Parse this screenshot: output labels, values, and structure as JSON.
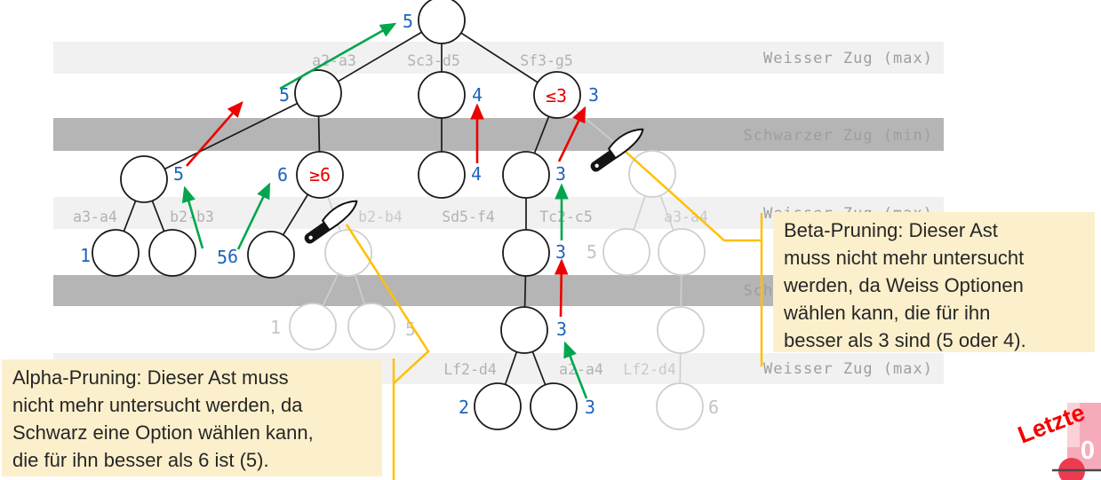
{
  "diagram": {
    "bands": {
      "row1_label": "Weisser Zug (max)",
      "row2_label": "Schwarzer Zug (min)",
      "row3_label": "Weisser Zug (max)",
      "row4_label": "Schwarzer Zug (min)",
      "row5_label": "Weisser Zug (max)"
    },
    "moves": {
      "a2_a3": "a2-a3",
      "sc3_d5": "Sc3-d5",
      "sf3_g5": "Sf3-g5",
      "a3_a4": "a3-a4",
      "b2_b3": "b2-b3",
      "b2_b4": "b2-b4",
      "sd5_f4": "Sd5-f4",
      "tc2_c5": "Tc2-c5",
      "a3_a4_pruned": "a3-a4",
      "lf2_d4": "Lf2-d4",
      "a2_a4": "a2-a4",
      "lf2_d4_pruned": "Lf2-d4"
    },
    "values": {
      "root": "5",
      "left_child": "5",
      "mid_child": "4",
      "right_child": "3",
      "right_child_bound": "≤3",
      "left_grandchild": "5",
      "left_grandchild2": "6",
      "left_grandchild2_bound": "≥6",
      "leaf_1": "1",
      "leaf_5": "5",
      "leaf_6": "6",
      "mid_grandchild": "4",
      "right_grandchild": "3",
      "right_greatgrandchild": "3",
      "right_greatgreatgrandchild": "3",
      "leaf_2": "2",
      "leaf_3": "3",
      "pruned_leaf_1": "1",
      "pruned_leaf_5_left": "5",
      "pruned_node_5": "5",
      "pruned_leaf_6": "6"
    },
    "callouts": {
      "alpha": {
        "lines": [
          "Alpha-Pruning: Dieser Ast muss",
          "nicht mehr untersucht werden, da",
          "Schwarz eine Option wählen kann,",
          "die für ihn besser als 6 ist (5)."
        ]
      },
      "beta": {
        "lines": [
          "Beta-Pruning: Dieser Ast",
          "muss nicht mehr untersucht",
          "werden, da Weiss Optionen",
          "wählen kann, die für ihn",
          "besser als 3 sind (5 oder 4)."
        ]
      }
    },
    "stamp": {
      "text": "Letzte",
      "badge": "0"
    },
    "colors": {
      "value_blue": "#1E63BE",
      "bound_red": "#E60000",
      "arrow_green": "#00A64D",
      "arrow_red": "#EC0000",
      "prune_yellow": "#FFC000",
      "callout_bg": "#FCF0CC",
      "band_light": "#F1F1F1",
      "band_dark": "#B5B5B5"
    }
  }
}
